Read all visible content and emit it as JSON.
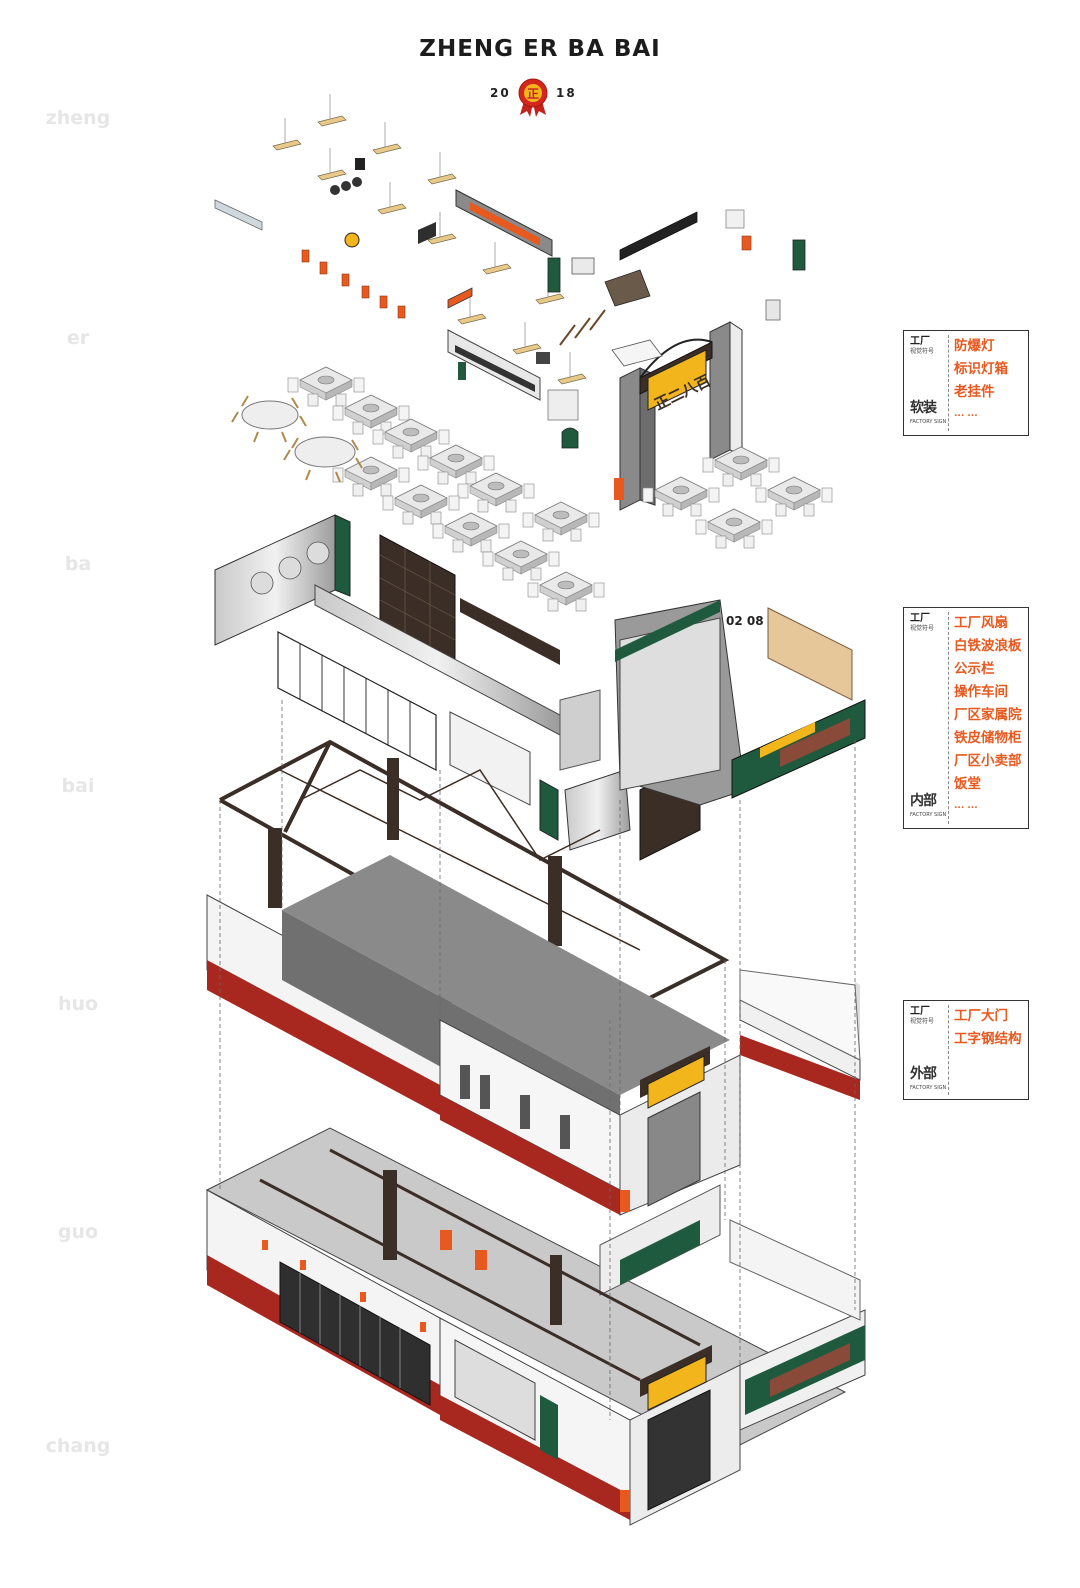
{
  "header": {
    "title": "ZHENG ER BA BAI",
    "year_left": "20",
    "year_right": "18",
    "seal_char": "正"
  },
  "side_words": [
    "zheng",
    "er",
    "ba",
    "bai",
    "huo",
    "guo",
    "chang"
  ],
  "sign_texts": {
    "arch": "正二八百",
    "number": "02 08"
  },
  "legends": [
    {
      "header_line1": "工厂",
      "header_line2": "视觉符号",
      "category": "软装",
      "category_sub": "FACTORY SIGN",
      "items": [
        "防爆灯",
        "标识灯箱",
        "老挂件"
      ],
      "more": "... ..."
    },
    {
      "header_line1": "工厂",
      "header_line2": "视觉符号",
      "category": "内部",
      "category_sub": "FACTORY SIGN",
      "items": [
        "工厂风扇",
        "白铁波浪板",
        "公示栏",
        "操作车间",
        "厂区家属院",
        "铁皮储物柜",
        "厂区小卖部",
        "饭堂"
      ],
      "more": "... ..."
    },
    {
      "header_line1": "工厂",
      "header_line2": "视觉符号",
      "category": "外部",
      "category_sub": "FACTORY SIGN",
      "items": [
        "工厂大门",
        "工字钢结构"
      ],
      "more": ""
    }
  ],
  "colors": {
    "accent_orange": "#e8591f",
    "brick_red": "#a8271f",
    "factory_green": "#1f5a3e",
    "steel_dark": "#3b2e27",
    "concrete_grey": "#8a8a8a",
    "sign_yellow": "#f2b51c"
  }
}
